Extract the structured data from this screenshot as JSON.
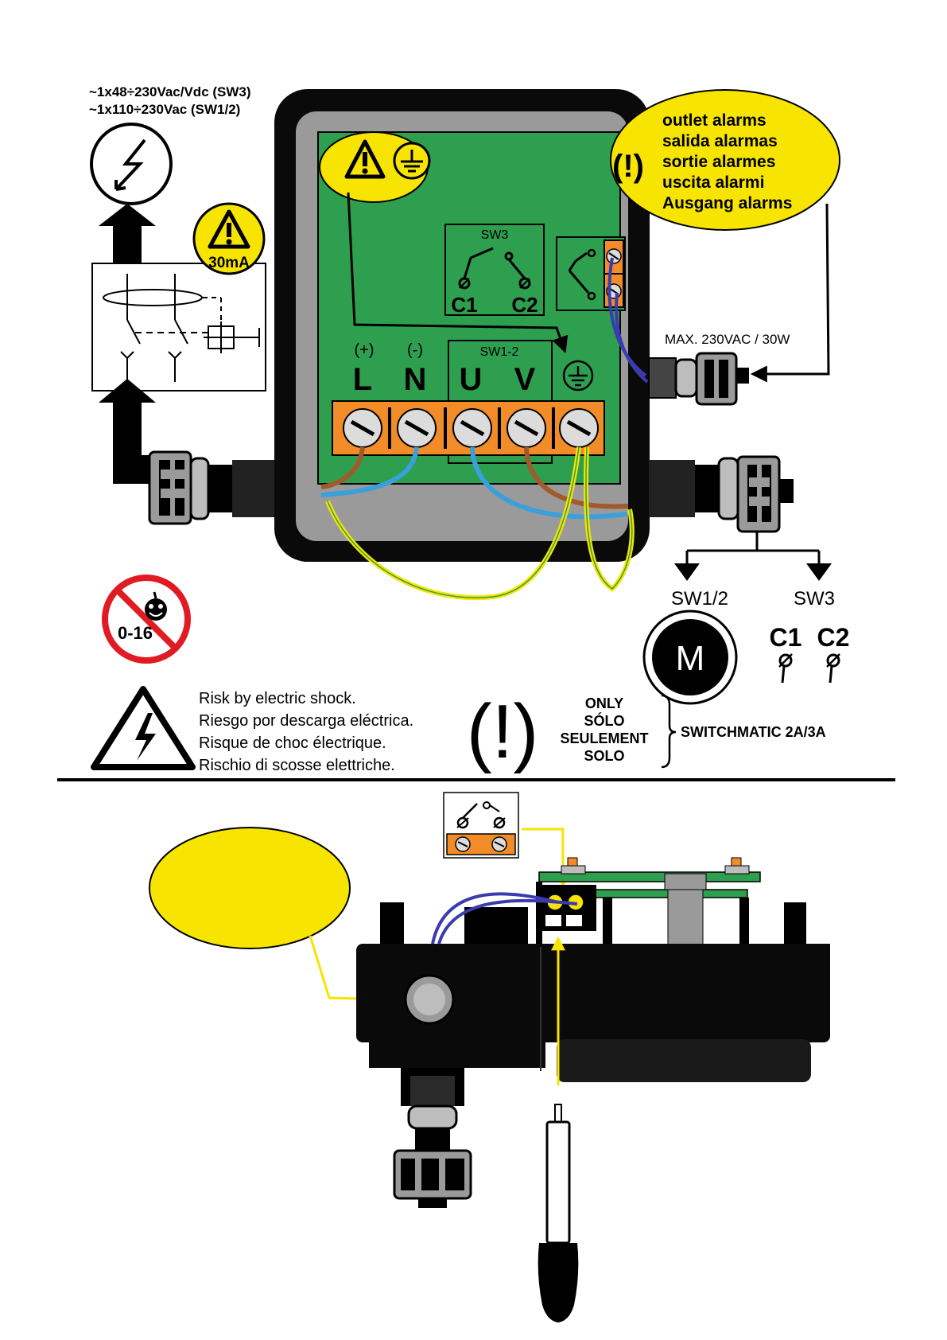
{
  "power_supply": {
    "line1": "~1x48÷230Vac/Vdc (SW3)",
    "line2": "~1x110÷230Vac (SW1/2)"
  },
  "rcd_rating": "30mA",
  "alarm_bubble": {
    "symbol": "(!)",
    "lines": [
      "outlet alarms",
      "salida alarmas",
      "sortie alarmes",
      "uscita alarmi",
      "Ausgang alarms"
    ]
  },
  "terminals": {
    "sw3_label": "SW3",
    "c1": "C1",
    "c2": "C2",
    "sw12_label": "SW1-2",
    "polarity_plus": "(+)",
    "polarity_minus": "(-)",
    "L": "L",
    "N": "N",
    "U": "U",
    "V": "V"
  },
  "alarm_rating": "MAX. 230VAC / 30W",
  "outputs": {
    "sw12": "SW1/2",
    "sw3": "SW3",
    "motor": "M",
    "c1": "C1",
    "c2": "C2"
  },
  "age_warning": "0-16",
  "warnings": {
    "shock_lines": [
      "Risk by electric shock.",
      "Riesgo por descarga eléctrica.",
      "Risque de choc électrique.",
      "Rischio di scosse elettriche."
    ],
    "note_symbol": "(!)",
    "only_lines": [
      "ONLY",
      "SÓLO",
      "SEULEMENT",
      "SOLO"
    ],
    "model": "SWITCHMATIC 2A/3A"
  },
  "colors": {
    "board_green": "#2e9e4f",
    "alert_yellow": "#f7e400",
    "terminal_orange": "#f28c28",
    "wire_brown": "#a05a2c",
    "wire_blue": "#3aa0dc",
    "wire_purple": "#3b3bb0"
  }
}
